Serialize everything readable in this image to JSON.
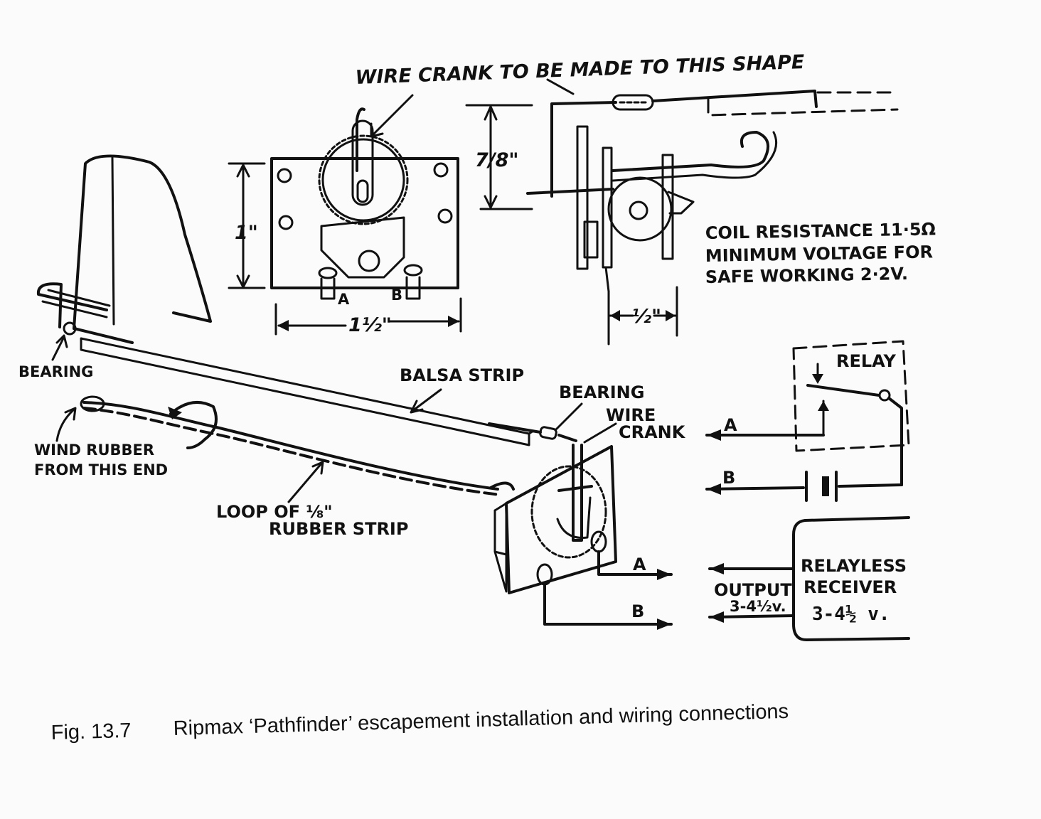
{
  "diagram": {
    "crank_shape_label": "WIRE CRANK TO BE MADE TO THIS SHAPE",
    "dim_seven_eighths": "7/8\"",
    "dim_one_inch": "1\"",
    "dim_one_and_half": "1½\"",
    "dim_half": "½\"",
    "terminal_a": "A",
    "terminal_b": "B",
    "coil_resistance": "COIL RESISTANCE 11·5Ω",
    "min_voltage_line1": "MINIMUM VOLTAGE FOR",
    "min_voltage_line2": "SAFE WORKING 2·2V.",
    "bearing_left": "BEARING",
    "balsa_strip": "BALSA STRIP",
    "bearing_right": "BEARING",
    "wire_crank_line1": "WIRE",
    "wire_crank_line2": "CRANK",
    "wind_rubber_line1": "WIND RUBBER",
    "wind_rubber_line2": "FROM THIS END",
    "loop_line1": "LOOP OF ⅛\"",
    "loop_line2": "RUBBER STRIP",
    "relay": "RELAY",
    "wire_a": "A",
    "wire_b": "B",
    "relayless_line1": "RELAYLESS",
    "relayless_line2": "RECEIVER",
    "receiver_voltage": "3-4½ v.",
    "output_label": "OUTPUT",
    "output_voltage": "3-4½v.",
    "out_a": "A",
    "out_b": "B"
  },
  "caption": {
    "figure_number": "Fig. 13.7",
    "text": "Ripmax ‘Pathfinder’ escapement installation and wiring connections"
  }
}
